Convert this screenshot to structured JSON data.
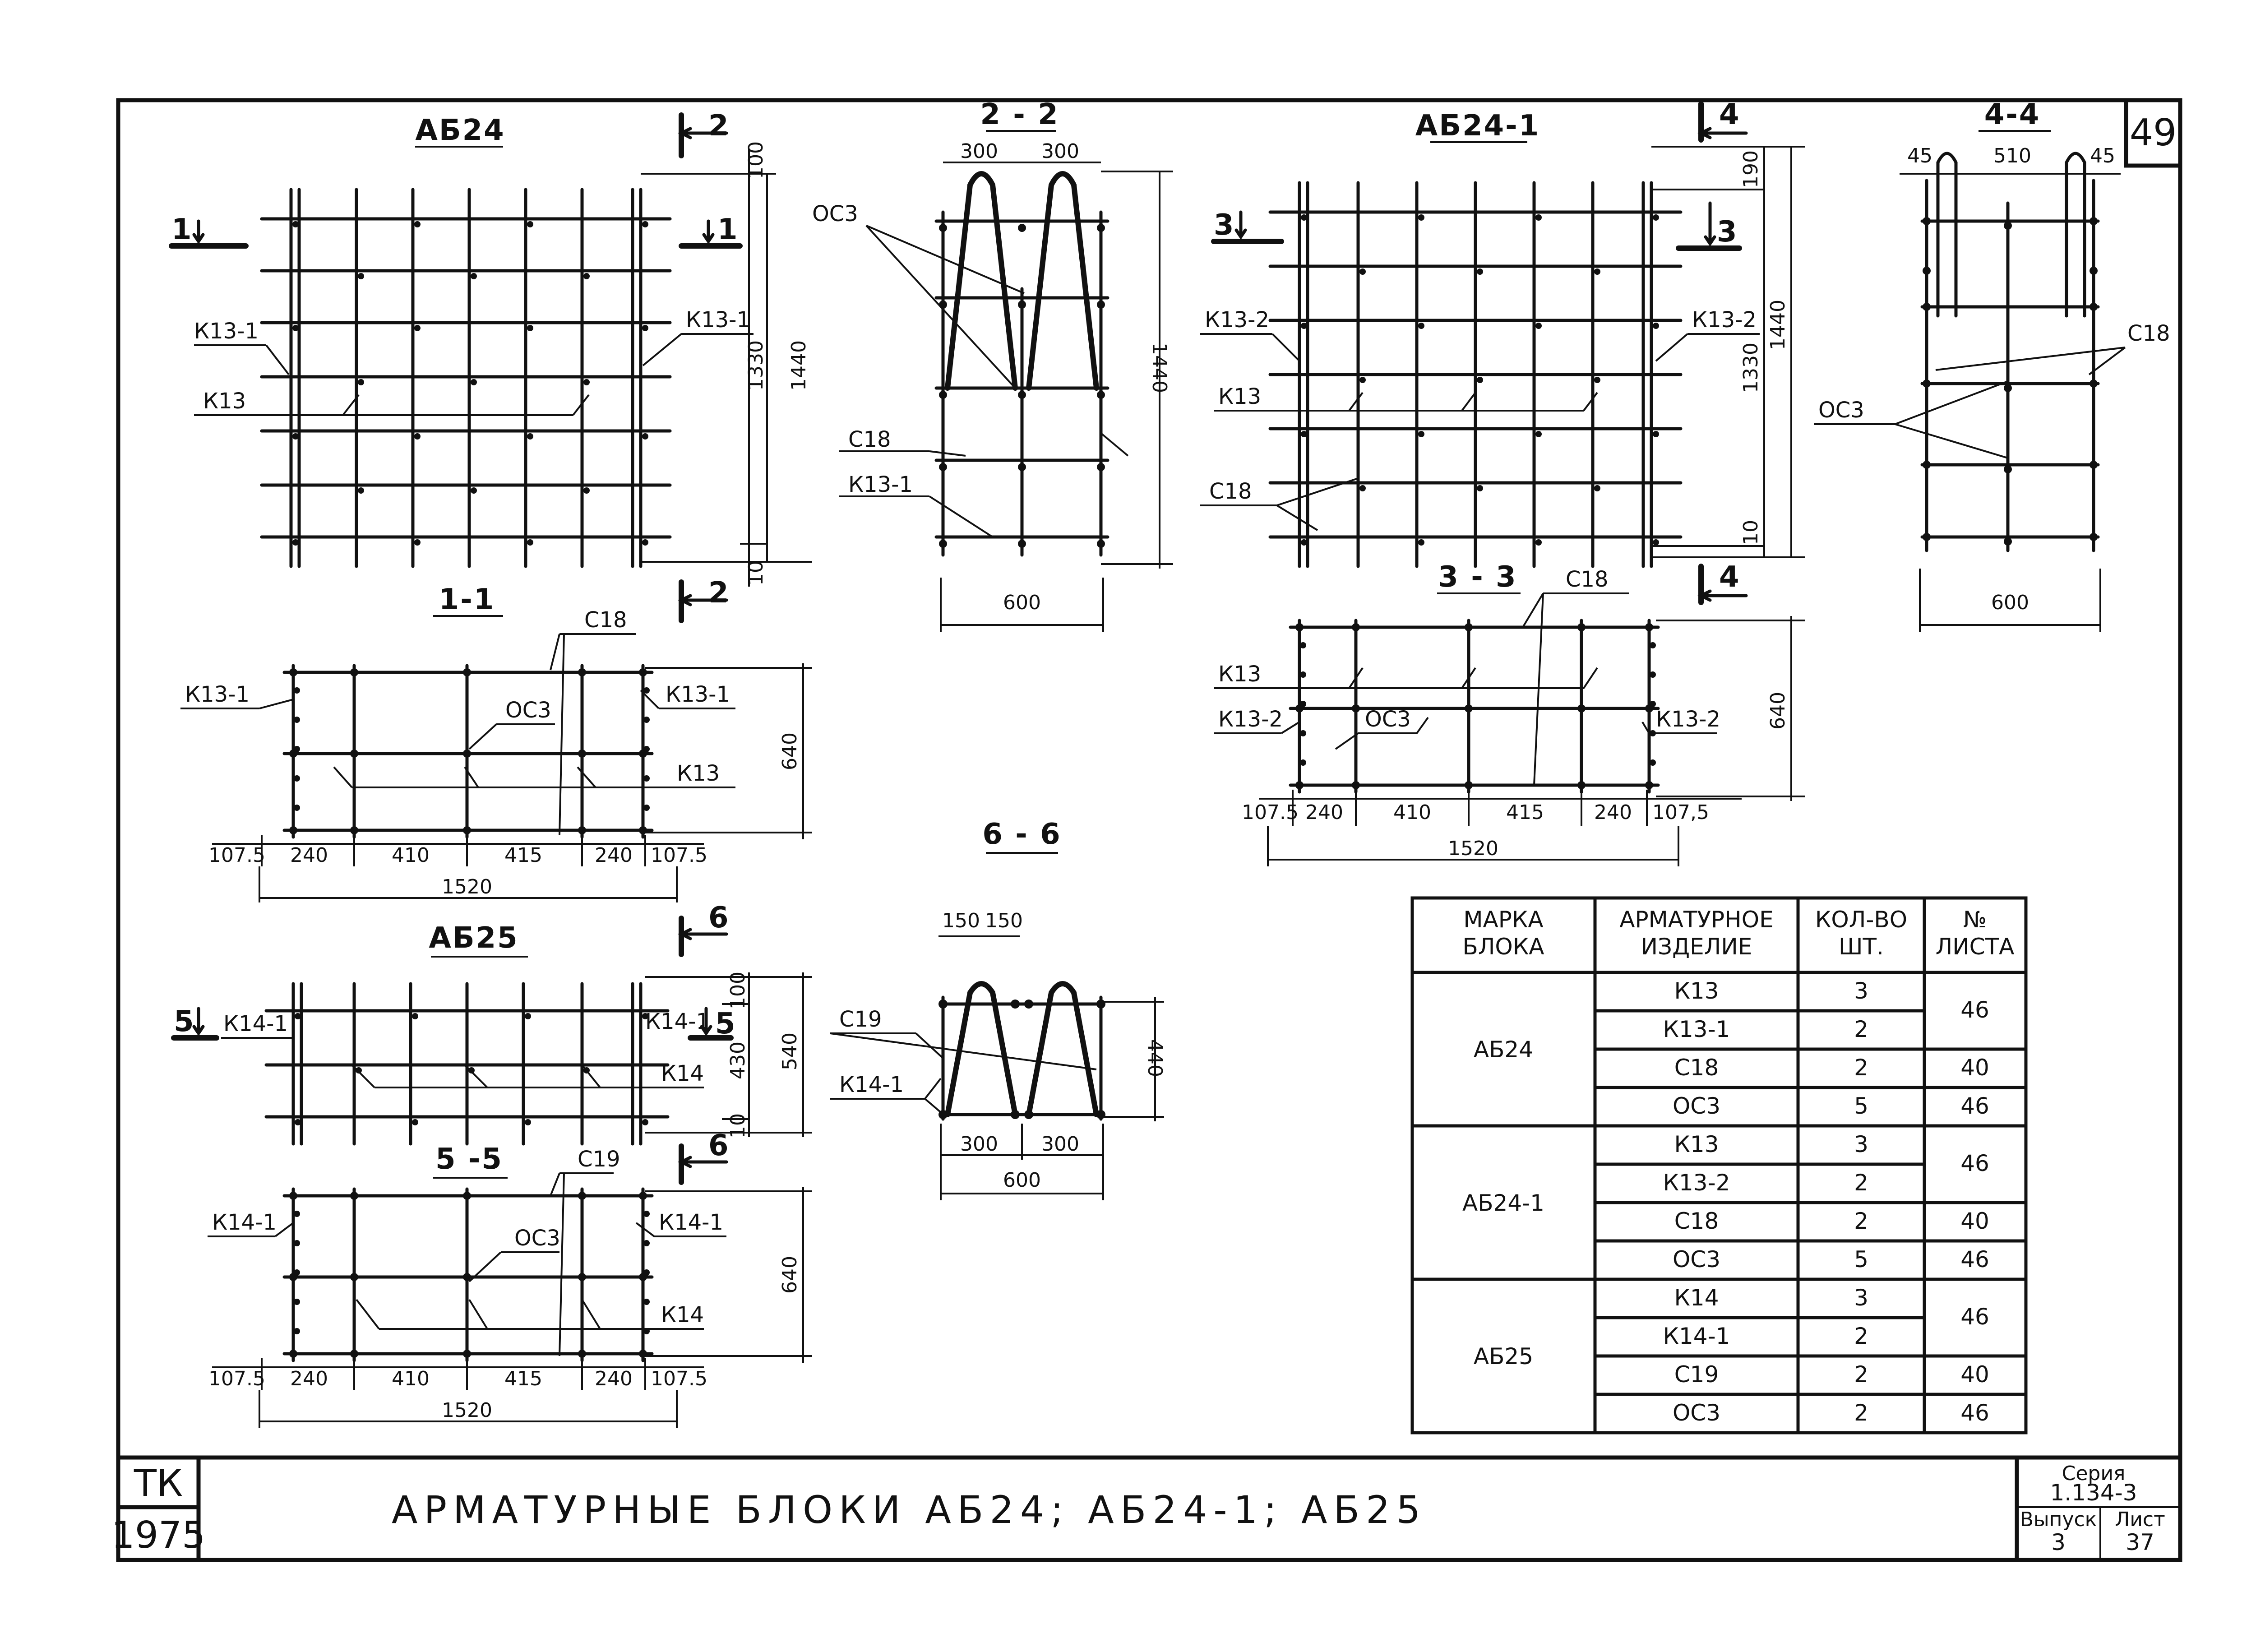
{
  "sheet_number": "49",
  "views": {
    "ab24": {
      "title": "АБ24",
      "cut_1": "1",
      "cut_2": "2",
      "lbl_k13_1_l": "К13-1",
      "lbl_k13_1_r": "К13-1",
      "lbl_k13": "К13",
      "d_100": "100",
      "d_1330": "1330",
      "d_1440": "1440",
      "d_10": "10"
    },
    "s22": {
      "title": "2 - 2",
      "d_300a": "300",
      "d_300b": "300",
      "lbl_oc3": "ОС3",
      "lbl_c18": "С18",
      "lbl_k13_1": "К13-1",
      "d_1440": "1440",
      "d_600": "600"
    },
    "ab24_1": {
      "title": "АБ24-1",
      "cut_3": "3",
      "cut_4": "4",
      "lbl_k13_2_l": "К13-2",
      "lbl_k13_2_r": "К13-2",
      "lbl_k13": "К13",
      "lbl_c18": "С18",
      "d_190": "190",
      "d_1330": "1330",
      "d_1440": "1440",
      "d_10": "10"
    },
    "s44": {
      "title": "4-4",
      "d_45a": "45",
      "d_510": "510",
      "d_45b": "45",
      "lbl_c18": "С18",
      "lbl_oc3": "ОС3",
      "d_600": "600"
    },
    "s11": {
      "title": "1-1",
      "cut_2": "2",
      "lbl_c18": "С18",
      "lbl_oc3": "ОС3",
      "lbl_k13_1_l": "К13-1",
      "lbl_k13_1_r": "К13-1",
      "lbl_k13": "К13",
      "d_640": "640",
      "d_107_5a": "107.5",
      "d_240a": "240",
      "d_410": "410",
      "d_415": "415",
      "d_240b": "240",
      "d_107_5b": "107.5",
      "d_1520": "1520"
    },
    "s33": {
      "title": "3 - 3",
      "cut_4": "4",
      "lbl_c18": "С18",
      "lbl_k13": "К13",
      "lbl_k13_2_l": "К13-2",
      "lbl_oc3": "ОС3",
      "lbl_k13_2_r": "К13-2",
      "d_640": "640",
      "d_107_5a": "107.5",
      "d_240a": "240",
      "d_410": "410",
      "d_415": "415",
      "d_240b": "240",
      "d_107_5b": "107,5",
      "d_1520": "1520"
    },
    "s66": {
      "title": "6 - 6",
      "d_150a": "150",
      "d_150b": "150",
      "lbl_c19": "С19",
      "lbl_k14_1": "К14-1",
      "d_440": "440",
      "d_300a": "300",
      "d_300b": "300",
      "d_600": "600"
    },
    "ab25": {
      "title": "АБ25",
      "cut_5": "5",
      "cut_6": "6",
      "lbl_k14_1_l": "К14-1",
      "lbl_k14_1_r": "К14-1",
      "cut_5r": "5",
      "lbl_k14": "К14",
      "d_100": "100",
      "d_430": "430",
      "d_540": "540",
      "d_10": "10"
    },
    "s55": {
      "title": "5 -5",
      "cut_6": "6",
      "lbl_c19": "С19",
      "lbl_oc3": "ОС3",
      "lbl_k14_1_l": "К14-1",
      "lbl_k14_1_r": "К14-1",
      "lbl_k14": "К14",
      "d_640": "640",
      "d_107_5a": "107.5",
      "d_240a": "240",
      "d_410": "410",
      "d_415": "415",
      "d_240b": "240",
      "d_107_5b": "107.5",
      "d_1520": "1520"
    }
  },
  "table": {
    "headers": {
      "mark_1": "МАРКА",
      "mark_2": "БЛОКА",
      "item_1": "АРМАТУРНОЕ",
      "item_2": "ИЗДЕЛИЕ",
      "qty_1": "КОЛ-ВО",
      "qty_2": "ШТ.",
      "sheet_1": "№",
      "sheet_2": "ЛИСТА"
    },
    "groups": [
      {
        "mark": "АБ24",
        "rows": [
          {
            "item": "К13",
            "qty": "3"
          },
          {
            "item": "К13-1",
            "qty": "2"
          },
          {
            "item": "С18",
            "qty": "2"
          },
          {
            "item": "ОС3",
            "qty": "5"
          }
        ],
        "sheets": [
          "46",
          "40",
          "46"
        ]
      },
      {
        "mark": "АБ24-1",
        "rows": [
          {
            "item": "К13",
            "qty": "3"
          },
          {
            "item": "К13-2",
            "qty": "2"
          },
          {
            "item": "С18",
            "qty": "2"
          },
          {
            "item": "ОС3",
            "qty": "5"
          }
        ],
        "sheets": [
          "46",
          "40",
          "46"
        ]
      },
      {
        "mark": "АБ25",
        "rows": [
          {
            "item": "К14",
            "qty": "3"
          },
          {
            "item": "К14-1",
            "qty": "2"
          },
          {
            "item": "С19",
            "qty": "2"
          },
          {
            "item": "ОС3",
            "qty": "2"
          }
        ],
        "sheets": [
          "46",
          "40",
          "46"
        ]
      }
    ]
  },
  "title_block": {
    "tk": "ТК",
    "year": "1975",
    "main_title": "АРМАТУРНЫЕ БЛОКИ АБ24; АБ24-1; АБ25",
    "series_label": "Серия",
    "series_value": "1.134-3",
    "issue_label": "Выпуск",
    "issue_value": "3",
    "sheet_label": "Лист",
    "sheet_value": "37"
  }
}
